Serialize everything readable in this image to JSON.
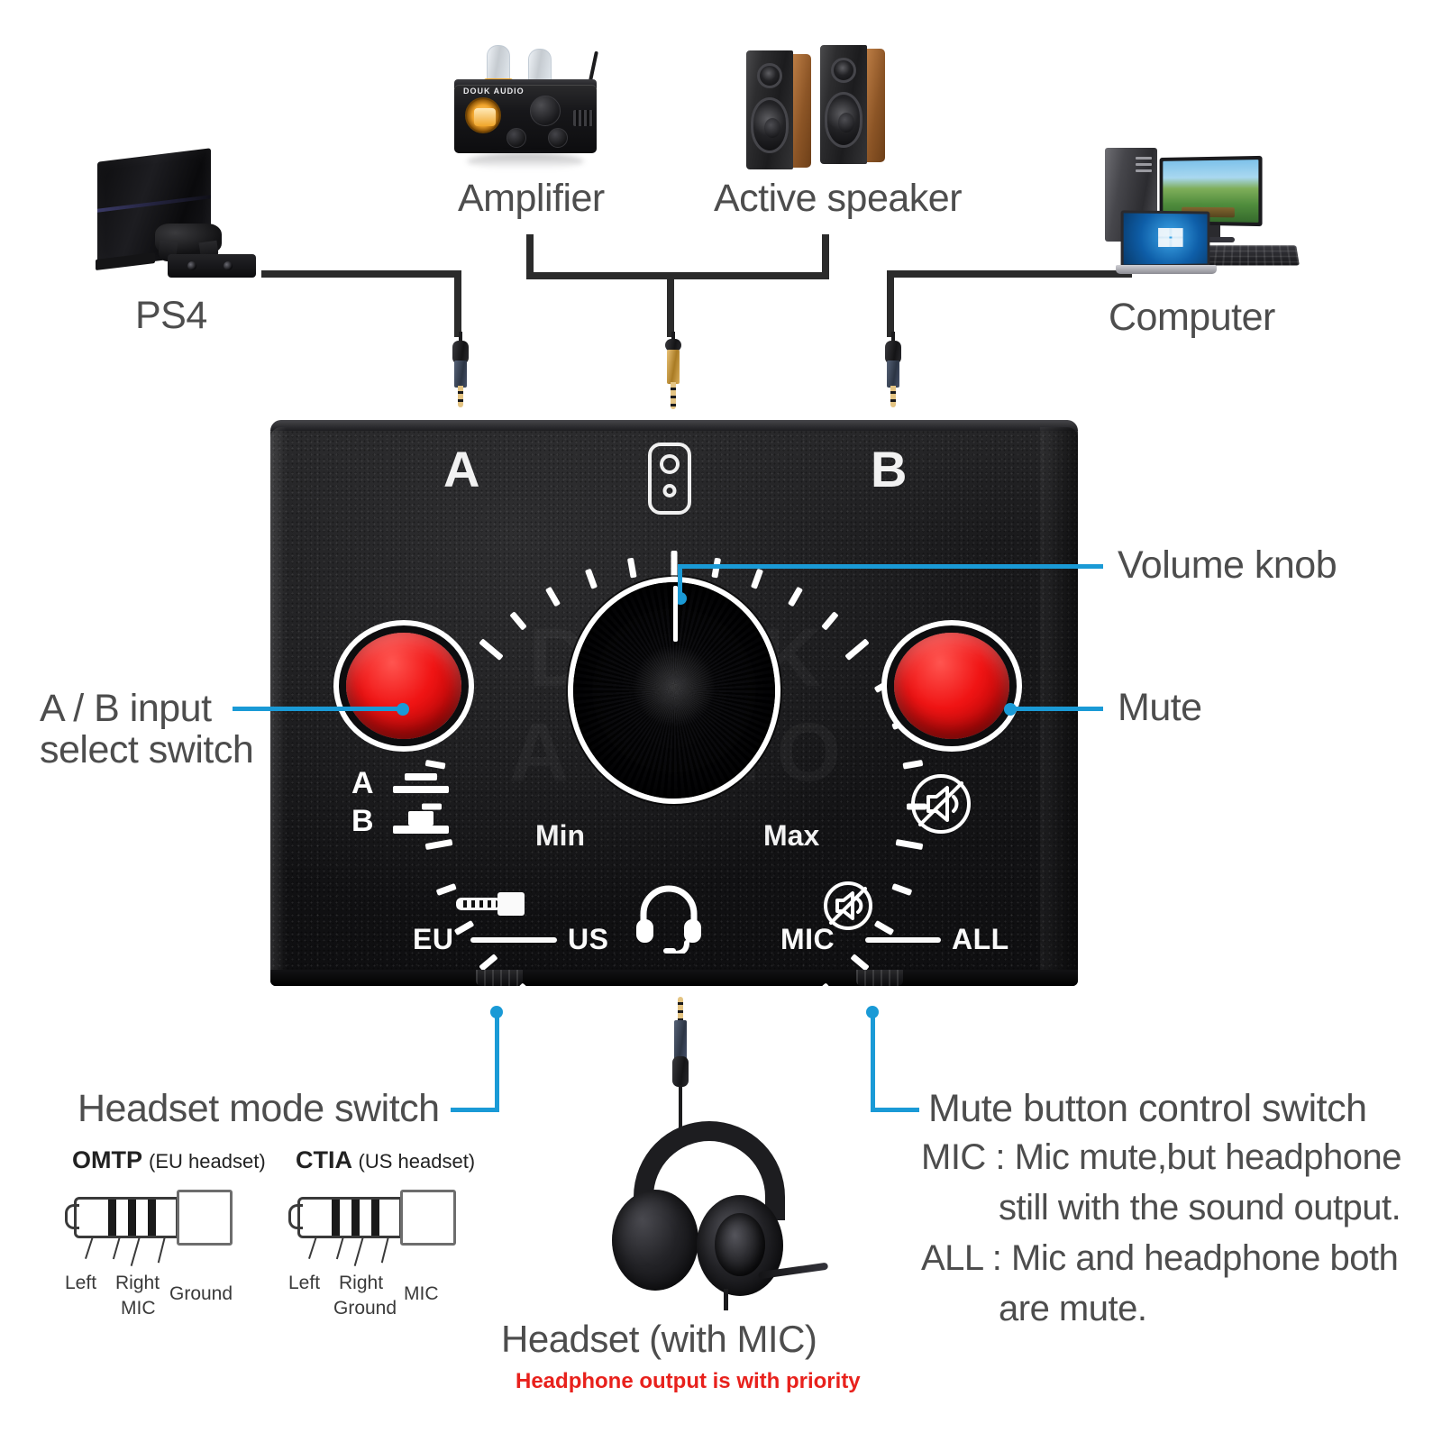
{
  "sources": {
    "ps4": {
      "label": "PS4"
    },
    "amplifier": {
      "label": "Amplifier",
      "brand": "DOUK AUDIO"
    },
    "active_speaker": {
      "label": "Active speaker"
    },
    "computer": {
      "label": "Computer"
    }
  },
  "device": {
    "brand_watermark": "DOUK AUDIO",
    "input_a": "A",
    "input_b": "B",
    "knob": {
      "min": "Min",
      "max": "Max"
    },
    "ab_switch": {
      "a": "A",
      "b": "B"
    },
    "bottom": {
      "headset_mode_left": "EU",
      "headset_mode_right": "US",
      "mute_mode_left": "MIC",
      "mute_mode_right": "ALL"
    }
  },
  "callouts": {
    "volume_knob": "Volume knob",
    "mute": "Mute",
    "ab_input_select_line1": "A / B input",
    "ab_input_select_line2": "select switch",
    "headset_mode_switch": "Headset mode switch",
    "mute_button_control_switch": "Mute button control switch"
  },
  "mute_modes": {
    "mic_line1": "MIC : Mic mute,but headphone",
    "mic_line2": "still with the sound output.",
    "all_line1": "ALL : Mic and headphone both",
    "all_line2": "are mute."
  },
  "jack_standards": [
    {
      "name": "OMTP",
      "region": "(EU headset)",
      "contacts": [
        "Left",
        "Right",
        "MIC",
        "Ground"
      ]
    },
    {
      "name": "CTIA",
      "region": "(US headset)",
      "contacts": [
        "Left",
        "Right",
        "Ground",
        "MIC"
      ]
    }
  ],
  "headset": {
    "label": "Headset (with MIC)",
    "note": "Headphone output is with priority"
  },
  "colors": {
    "callout_blue": "#1a9ad6",
    "cable_dark": "#2b2b2b",
    "button_red": "#f01414",
    "note_red": "#e8211c",
    "text_gray": "#4d4d4d"
  }
}
